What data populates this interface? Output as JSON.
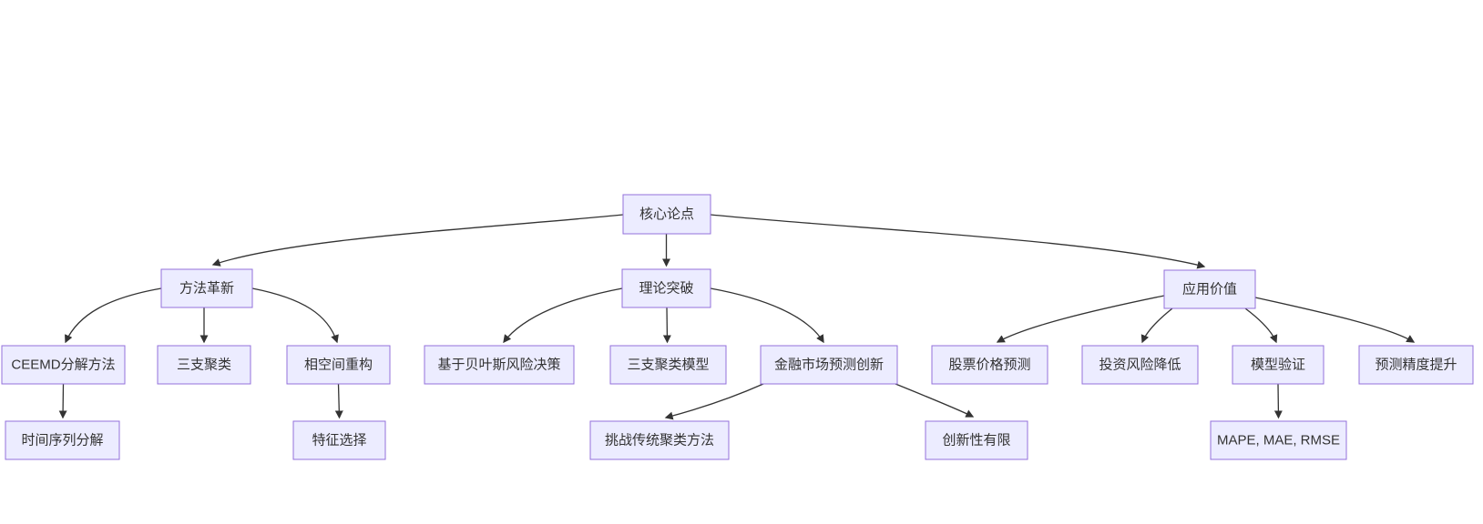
{
  "diagram": {
    "type": "flowchart-top-down",
    "colors": {
      "background": "#ffffff",
      "node_fill": "#ECECFF",
      "node_border": "#9370DB",
      "edge_color": "#333333",
      "text_color": "#333333"
    },
    "nodes": {
      "core": {
        "label": "核心论点"
      },
      "method": {
        "label": "方法革新"
      },
      "theory": {
        "label": "理论突破"
      },
      "application": {
        "label": "应用价值"
      },
      "ceemd": {
        "label": "CEEMD分解方法"
      },
      "three_way": {
        "label": "三支聚类"
      },
      "phase_space": {
        "label": "相空间重构"
      },
      "bayes": {
        "label": "基于贝叶斯风险决策"
      },
      "three_way_model": {
        "label": "三支聚类模型"
      },
      "finance_innovation": {
        "label": "金融市场预测创新"
      },
      "stock_prediction": {
        "label": "股票价格预测"
      },
      "risk_reduction": {
        "label": "投资风险降低"
      },
      "model_validation": {
        "label": "模型验证"
      },
      "accuracy": {
        "label": "预测精度提升"
      },
      "time_series": {
        "label": "时间序列分解"
      },
      "feature_selection": {
        "label": "特征选择"
      },
      "challenge": {
        "label": "挑战传统聚类方法"
      },
      "limited_innovation": {
        "label": "创新性有限"
      },
      "metrics": {
        "label": "MAPE, MAE, RMSE"
      }
    },
    "edges": [
      {
        "from": "core",
        "to": "method"
      },
      {
        "from": "core",
        "to": "theory"
      },
      {
        "from": "core",
        "to": "application"
      },
      {
        "from": "method",
        "to": "ceemd"
      },
      {
        "from": "method",
        "to": "three_way"
      },
      {
        "from": "method",
        "to": "phase_space"
      },
      {
        "from": "theory",
        "to": "bayes"
      },
      {
        "from": "theory",
        "to": "three_way_model"
      },
      {
        "from": "theory",
        "to": "finance_innovation"
      },
      {
        "from": "application",
        "to": "stock_prediction"
      },
      {
        "from": "application",
        "to": "risk_reduction"
      },
      {
        "from": "application",
        "to": "model_validation"
      },
      {
        "from": "application",
        "to": "accuracy"
      },
      {
        "from": "ceemd",
        "to": "time_series"
      },
      {
        "from": "phase_space",
        "to": "feature_selection"
      },
      {
        "from": "finance_innovation",
        "to": "challenge"
      },
      {
        "from": "finance_innovation",
        "to": "limited_innovation"
      },
      {
        "from": "model_validation",
        "to": "metrics"
      }
    ]
  }
}
